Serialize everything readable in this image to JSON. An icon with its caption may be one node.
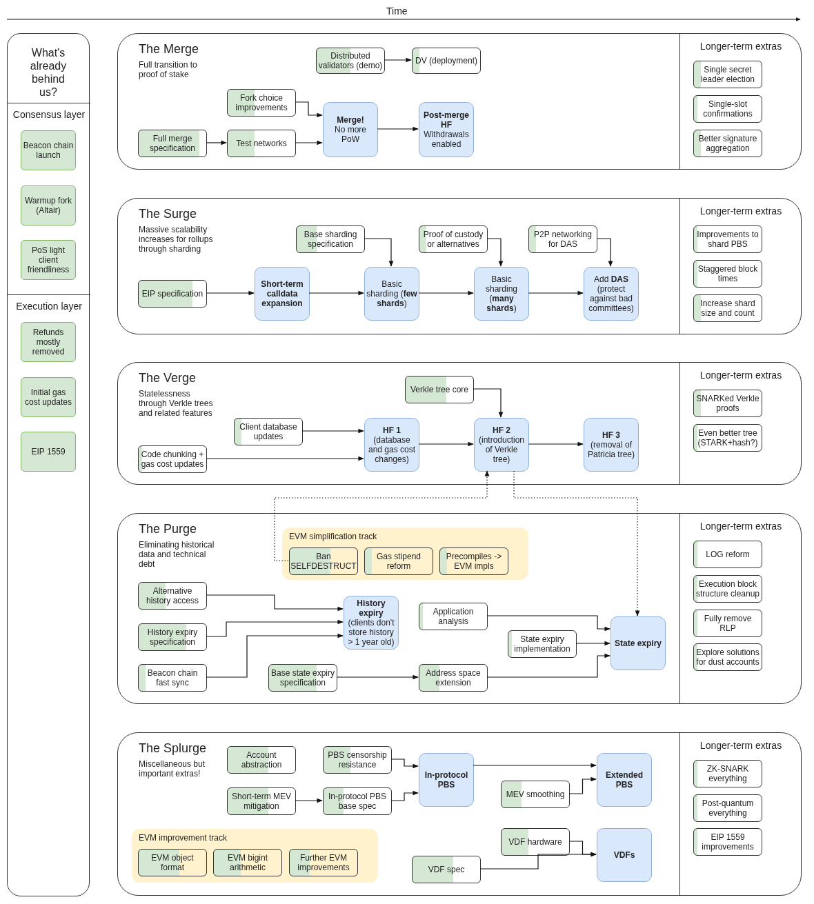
{
  "diagram": {
    "nodes": [
      {
        "text": [
          "What's already behind us?"
        ]
      },
      {
        "text": [
          "Consensus layer"
        ],
        "in": 0
      },
      {
        "text": [
          "Beacon chain launch"
        ],
        "in": 1
      },
      {
        "text": [
          "Warmup fork (Altair)"
        ],
        "in": 1
      },
      {
        "text": [
          "PoS light client friendliness"
        ],
        "in": 1
      },
      {
        "text": [
          "Execution layer"
        ],
        "in": 0
      },
      {
        "text": [
          "Refunds mostly removed"
        ],
        "in": 5
      },
      {
        "text": [
          "Initial gas cost updates"
        ],
        "in": 5
      },
      {
        "text": [
          "EIP 1559"
        ],
        "in": 5
      },
      {
        "text": [
          "The Merge",
          "Full transition to proof of stake"
        ]
      },
      {
        "text": [
          "Longer-term extras"
        ],
        "in": 9
      },
      {
        "text": [
          "Distributed validators (demo)"
        ],
        "in": 9
      },
      {
        "text": [
          "DV (deployment)"
        ],
        "in": 9
      },
      {
        "text": [
          "Fork choice improvements"
        ],
        "in": 9
      },
      {
        "text": [
          "Full merge specification"
        ],
        "in": 9
      },
      {
        "text": [
          "Test networks"
        ],
        "in": 9
      },
      {
        "text": [
          "Merge!",
          "No more PoW"
        ],
        "in": 9
      },
      {
        "text": [
          "Post-merge HF",
          "Withdrawals enabled"
        ],
        "in": 9
      },
      {
        "text": [
          "Single secret leader election"
        ],
        "in": 10
      },
      {
        "text": [
          "Single-slot confirmations"
        ],
        "in": 10
      },
      {
        "text": [
          "Better signature aggregation"
        ],
        "in": 10
      },
      {
        "text": [
          "The Surge",
          "Massive scalability increases for rollups through sharding"
        ]
      },
      {
        "text": [
          "Longer-term extras"
        ],
        "in": 21
      },
      {
        "text": [
          "Base sharding specification"
        ],
        "in": 21
      },
      {
        "text": [
          "Proof of custody or alternatives"
        ],
        "in": 21
      },
      {
        "text": [
          "P2P networking for DAS"
        ],
        "in": 21
      },
      {
        "text": [
          "EIP specification"
        ],
        "in": 21
      },
      {
        "text": [
          "Short-term calldata expansion"
        ],
        "in": 21
      },
      {
        "text": [
          "Basic sharding (**few shards**)"
        ],
        "in": 21
      },
      {
        "text": [
          "Basic sharding (**many shards**)"
        ],
        "in": 21
      },
      {
        "text": [
          "Add **DAS** (protect against bad committees)"
        ],
        "in": 21
      },
      {
        "text": [
          "Improvements to shard PBS"
        ],
        "in": 22
      },
      {
        "text": [
          "Staggered block times"
        ],
        "in": 22
      },
      {
        "text": [
          "Increase shard size and count"
        ],
        "in": 22
      },
      {
        "text": [
          "The Verge",
          "Statelessness through Verkle trees and related features"
        ]
      },
      {
        "text": [
          "Longer-term extras"
        ],
        "in": 34
      },
      {
        "text": [
          "Verkle tree core"
        ],
        "in": 34
      },
      {
        "text": [
          "Client database updates"
        ],
        "in": 34
      },
      {
        "text": [
          "Code chunking + gas cost updates"
        ],
        "in": 34
      },
      {
        "text": [
          "HF 1",
          "(database and gas cost changes)"
        ],
        "in": 34
      },
      {
        "text": [
          "HF 2",
          "(introduction of Verkle tree)"
        ],
        "in": 34
      },
      {
        "text": [
          "HF 3",
          "(removal of Patricia tree)"
        ],
        "in": 34
      },
      {
        "text": [
          "SNARKed Verkle proofs"
        ],
        "in": 35
      },
      {
        "text": [
          "Even better tree (STARK+hash?)"
        ],
        "in": 35
      },
      {
        "text": [
          "The Purge",
          "Eliminating historical data and technical debt"
        ]
      },
      {
        "text": [
          "Longer-term extras"
        ],
        "in": 44
      },
      {
        "text": [
          "EVM simplification track"
        ],
        "in": 44
      },
      {
        "text": [
          "Ban SELFDESTRUCT"
        ],
        "in": 46
      },
      {
        "text": [
          "Gas stipend reform"
        ],
        "in": 46
      },
      {
        "text": [
          "Precompiles -> EVM impls"
        ],
        "in": 46
      },
      {
        "text": [
          "Alternative history access"
        ],
        "in": 44
      },
      {
        "text": [
          "History expiry specification"
        ],
        "in": 44
      },
      {
        "text": [
          "Beacon chain fast sync"
        ],
        "in": 44
      },
      {
        "text": [
          "History expiry",
          "(clients don't store history > 1 year old)"
        ],
        "in": 44
      },
      {
        "text": [
          "Application analysis"
        ],
        "in": 44
      },
      {
        "text": [
          "State expiry implementation"
        ],
        "in": 44
      },
      {
        "text": [
          "Base state expiry specification"
        ],
        "in": 44
      },
      {
        "text": [
          "Address space extension"
        ],
        "in": 44
      },
      {
        "text": [
          "State expiry"
        ],
        "in": 44
      },
      {
        "text": [
          "LOG reform"
        ],
        "in": 45
      },
      {
        "text": [
          "Execution block structure cleanup"
        ],
        "in": 45
      },
      {
        "text": [
          "Fully remove RLP"
        ],
        "in": 45
      },
      {
        "text": [
          "Explore solutions for dust accounts"
        ],
        "in": 45
      },
      {
        "text": [
          "The Splurge",
          "Miscellaneous but important extras!"
        ]
      },
      {
        "text": [
          "Longer-term extras"
        ],
        "in": 63
      },
      {
        "text": [
          "Account abstraction"
        ],
        "in": 63
      },
      {
        "text": [
          "PBS censorship resistance"
        ],
        "in": 63
      },
      {
        "text": [
          "Short-term MEV mitigation"
        ],
        "in": 63
      },
      {
        "text": [
          "In-protocol PBS base spec"
        ],
        "in": 63
      },
      {
        "text": [
          "In-protocol PBS"
        ],
        "in": 63
      },
      {
        "text": [
          "MEV smoothing"
        ],
        "in": 63
      },
      {
        "text": [
          "Extended PBS"
        ],
        "in": 63
      },
      {
        "text": [
          "EVM improvement track"
        ],
        "in": 63
      },
      {
        "text": [
          "EVM object format"
        ],
        "in": 72
      },
      {
        "text": [
          "EVM bigint arithmetic"
        ],
        "in": 72
      },
      {
        "text": [
          "Further EVM improvements"
        ],
        "in": 72
      },
      {
        "text": [
          "VDF hardware"
        ],
        "in": 63
      },
      {
        "text": [
          "VDF spec"
        ],
        "in": 63
      },
      {
        "text": [
          "VDFs"
        ],
        "in": 63
      },
      {
        "text": [
          "ZK-SNARK everything"
        ],
        "in": 64
      },
      {
        "text": [
          "Post-quantum everything"
        ],
        "in": 64
      },
      {
        "text": [
          "EIP 1559 improvements"
        ],
        "in": 64
      }
    ],
    "edges": [
      {
        "from": 11,
        "to": 12,
        "arrow": "to"
      },
      {
        "from": 13,
        "to": 16,
        "arrow": "to"
      },
      {
        "from": 14,
        "to": 15,
        "arrow": "to"
      },
      {
        "from": 15,
        "to": 16,
        "arrow": "to"
      },
      {
        "from": 16,
        "to": 17,
        "arrow": "to"
      },
      {
        "from": 26,
        "to": 27,
        "arrow": "to"
      },
      {
        "from": 27,
        "to": 28,
        "arrow": "to"
      },
      {
        "from": 28,
        "to": 29,
        "arrow": "to"
      },
      {
        "from": 29,
        "to": 30,
        "arrow": "to"
      },
      {
        "from": 23,
        "to": 28,
        "arrow": "to"
      },
      {
        "from": 24,
        "to": 29,
        "arrow": "to"
      },
      {
        "from": 25,
        "to": 30,
        "arrow": "to"
      },
      {
        "from": 36,
        "to": 40,
        "arrow": "to"
      },
      {
        "from": 37,
        "to": 39,
        "arrow": "to"
      },
      {
        "from": 38,
        "to": 39,
        "arrow": "to"
      },
      {
        "from": 39,
        "to": 40,
        "arrow": "to"
      },
      {
        "from": 40,
        "to": 41,
        "arrow": "to"
      },
      {
        "from": 47,
        "to": 40,
        "arrow": "to",
        "style": "dashed"
      },
      {
        "from": 40,
        "to": 58,
        "arrow": "to",
        "style": "dashed"
      },
      {
        "from": 50,
        "to": 53,
        "arrow": "to"
      },
      {
        "from": 51,
        "to": 53,
        "arrow": "to"
      },
      {
        "from": 52,
        "to": 53,
        "arrow": "to"
      },
      {
        "from": 54,
        "to": 58,
        "arrow": "to"
      },
      {
        "from": 55,
        "to": 58,
        "arrow": "to"
      },
      {
        "from": 56,
        "to": 57,
        "arrow": "to"
      },
      {
        "from": 57,
        "to": 58,
        "arrow": "to"
      },
      {
        "from": 66,
        "to": 69,
        "arrow": "to"
      },
      {
        "from": 68,
        "to": 69,
        "arrow": "to"
      },
      {
        "from": 67,
        "to": 68,
        "arrow": "to"
      },
      {
        "from": 69,
        "to": 71,
        "arrow": "to"
      },
      {
        "from": 70,
        "to": 71,
        "arrow": "to"
      },
      {
        "from": 76,
        "to": 78,
        "arrow": "to"
      },
      {
        "from": 77,
        "to": 78,
        "arrow": "to"
      }
    ],
    "labels": [
      "Time"
    ]
  }
}
